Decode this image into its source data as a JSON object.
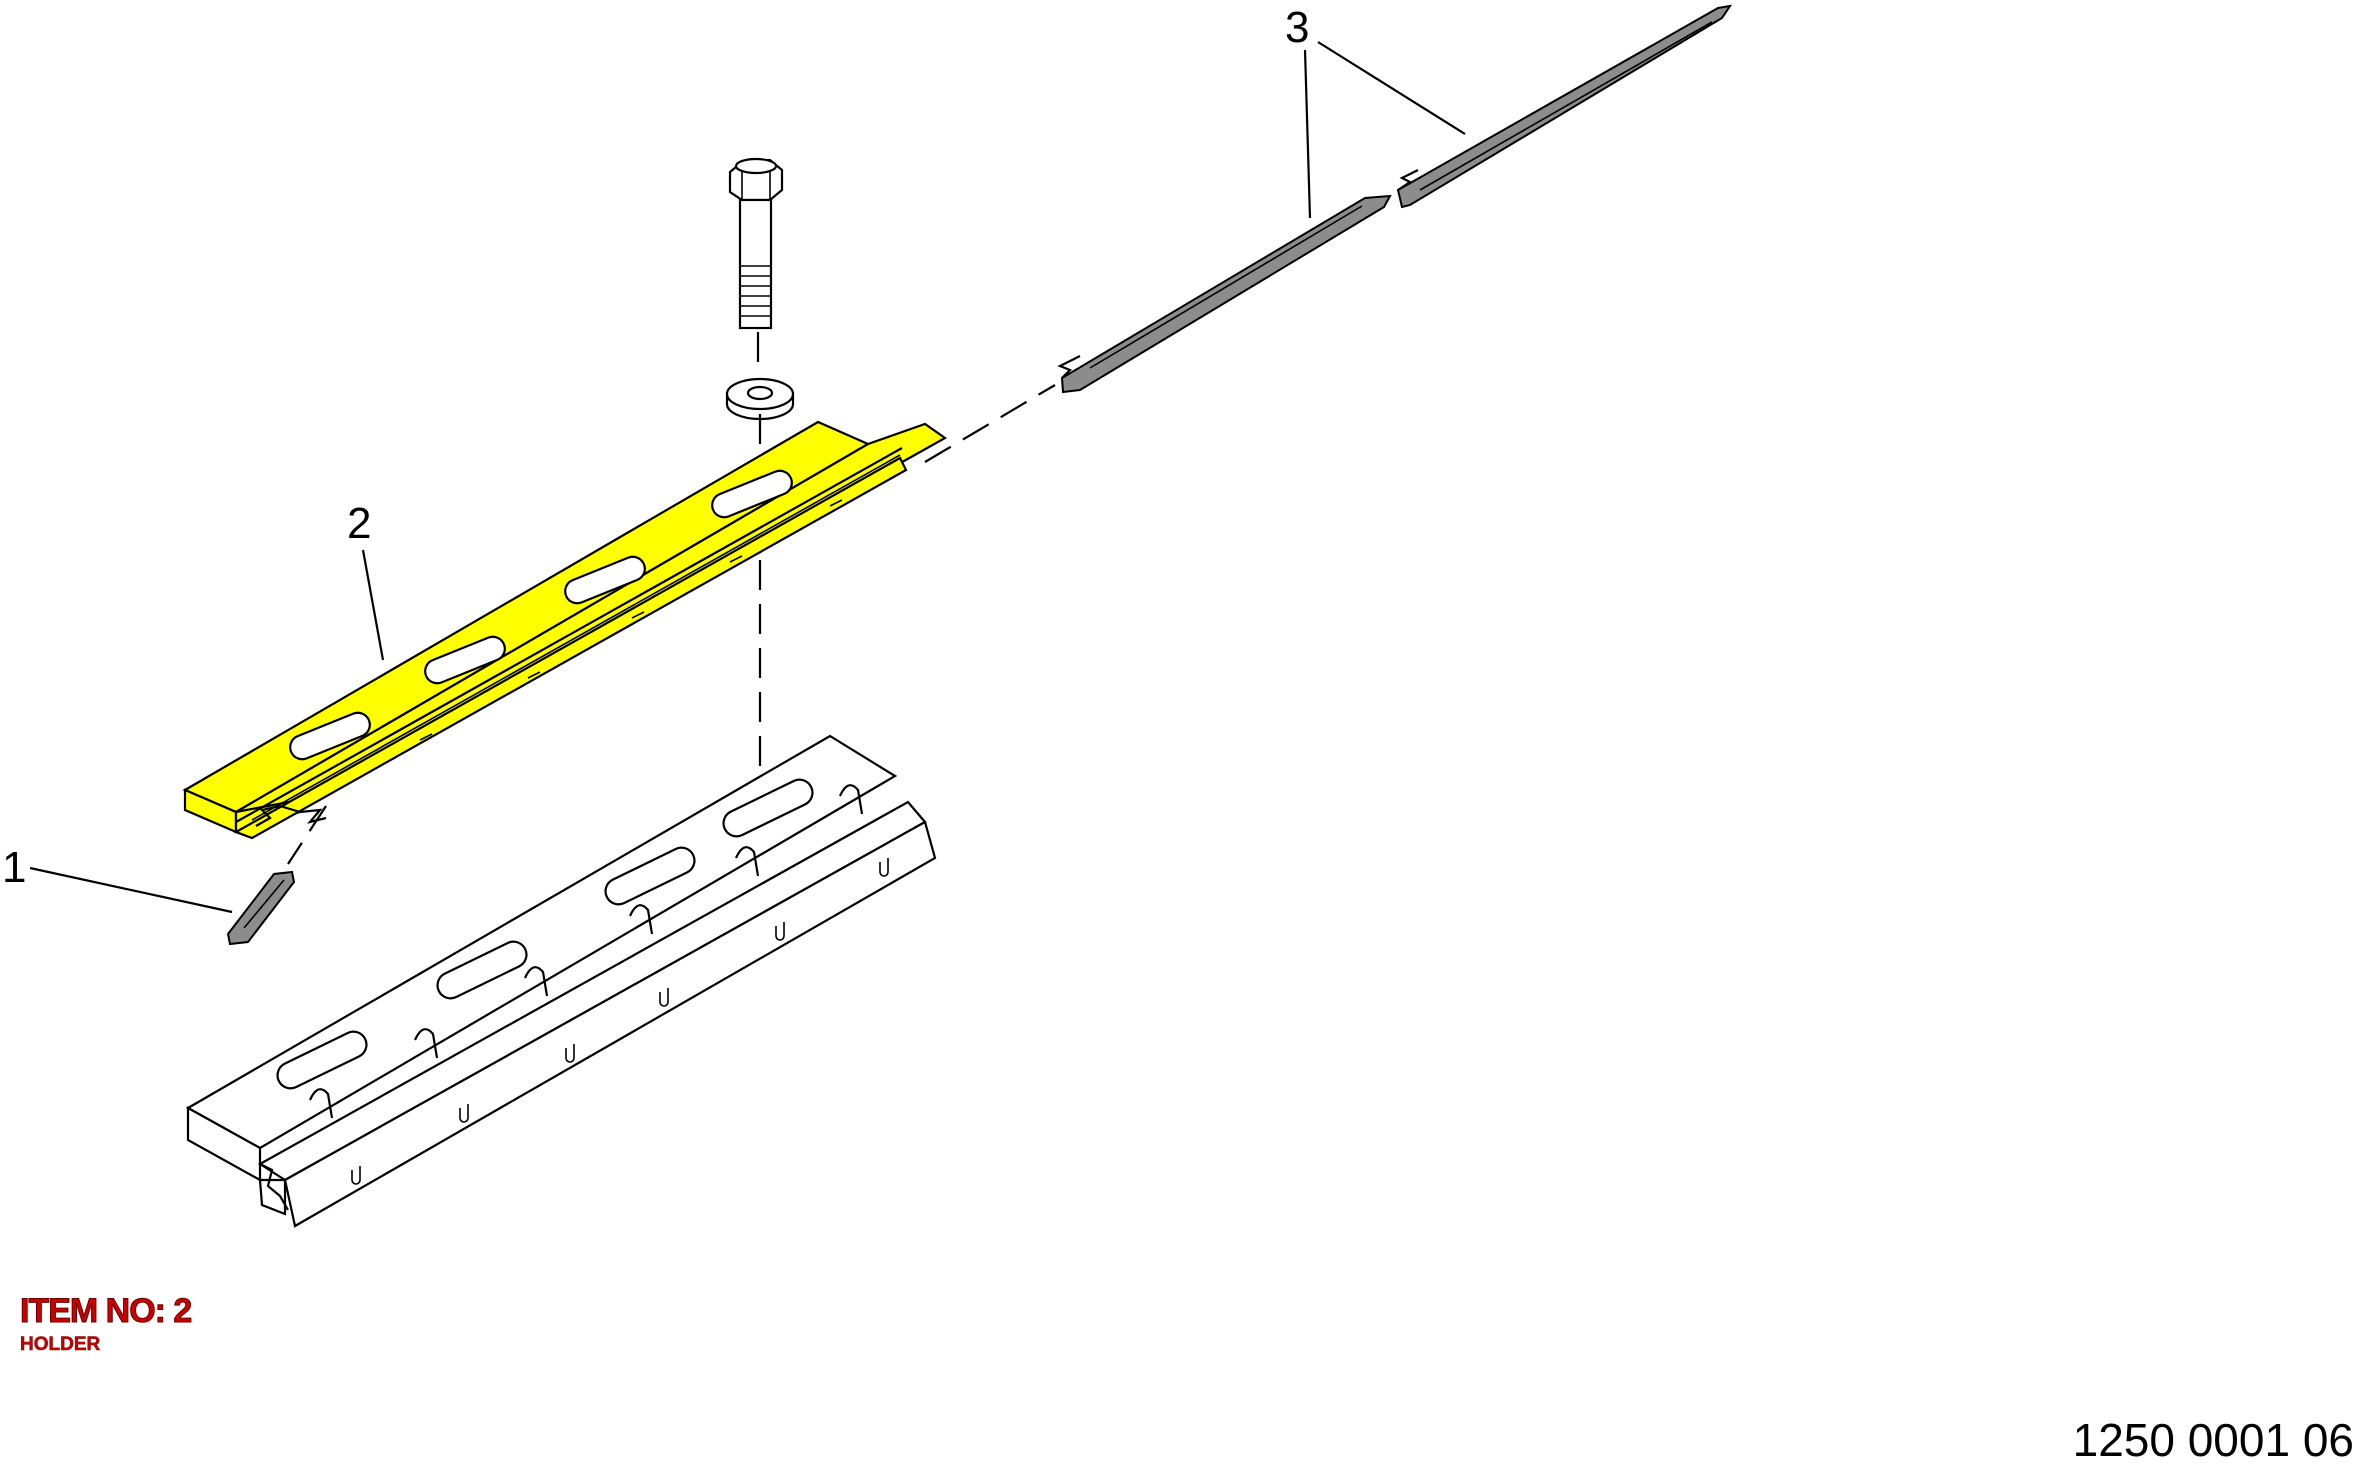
{
  "callouts": {
    "c1": "1",
    "c2": "2",
    "c3": "3"
  },
  "item": {
    "label": "ITEM NO: 2",
    "description": "HOLDER"
  },
  "drawing_number": "1250 0001 06",
  "colors": {
    "highlight": "#ffff00",
    "part_grey": "#8c8c8c",
    "item_text": "#cc0000"
  }
}
